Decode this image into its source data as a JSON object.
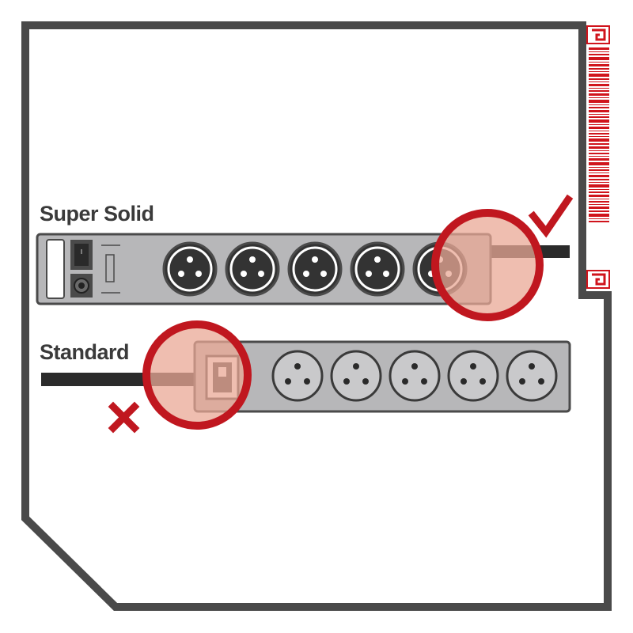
{
  "labels": {
    "super_solid": "Super Solid",
    "standard": "Standard"
  },
  "marks": {
    "super_solid": "check",
    "standard": "cross"
  },
  "outlets": {
    "super_solid_count": 5,
    "standard_count": 5
  },
  "colors": {
    "frame": "#4a4a4a",
    "accent_red": "#c0171f",
    "highlight_fill": "#e9a896",
    "strip_body": "#b7b7b9",
    "cable": "#2b2b2b",
    "socket_dark": "#333333",
    "label_text": "#3a3a3a"
  }
}
